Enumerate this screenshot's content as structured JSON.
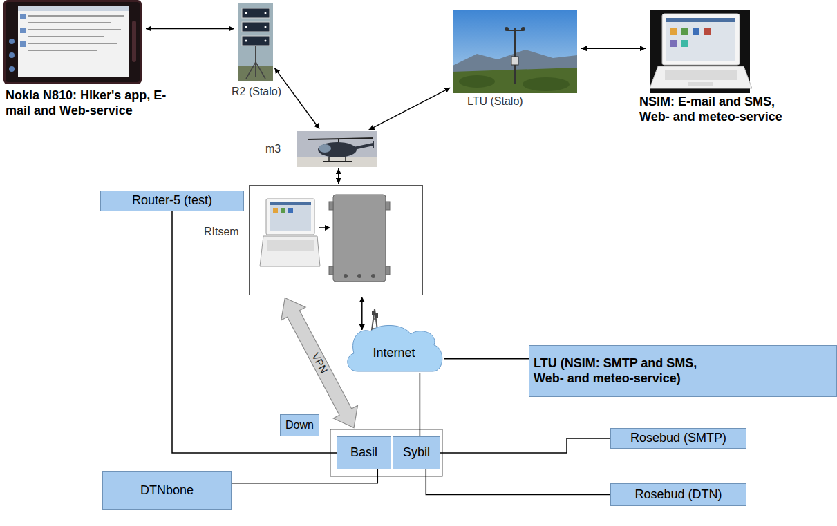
{
  "diagram": {
    "nodes": [
      {
        "text": [
          "Nokia N810: Hiker's app, E-mail and Web-service"
        ]
      },
      {
        "text": [
          "R2 (Stalo)"
        ]
      },
      {
        "text": [
          "LTU (Stalo)"
        ]
      },
      {
        "text": [
          "NSIM: E-mail and SMS, Web- and meteo-service"
        ]
      },
      {
        "text": [
          "m3"
        ]
      },
      {
        "text": [
          "RItsem"
        ]
      },
      {
        "text": [
          "Internet"
        ]
      },
      {
        "text": [
          "LTU (NSIM: SMTP and SMS, Web- and meteo-service)"
        ]
      },
      {
        "text": [
          "Router-5 (test)"
        ]
      },
      {
        "text": [
          "Down"
        ]
      },
      {
        "text": [
          "Basil"
        ]
      },
      {
        "text": [
          "Sybil"
        ]
      },
      {
        "text": [
          "Rosebud (SMTP)"
        ]
      },
      {
        "text": [
          "DTNbone"
        ]
      },
      {
        "text": [
          "Rosebud (DTN)"
        ]
      }
    ],
    "edges": [
      {
        "from": 0,
        "to": 1,
        "arrow": "both"
      },
      {
        "from": 1,
        "to": 4,
        "arrow": "both"
      },
      {
        "from": 2,
        "to": 4,
        "arrow": "both"
      },
      {
        "from": 2,
        "to": 3,
        "arrow": "both"
      },
      {
        "from": 4,
        "to": 5,
        "arrow": "both"
      },
      {
        "from": 5,
        "to": 6,
        "arrow": "both"
      },
      {
        "from": 5,
        "to": 10,
        "arrow": "both",
        "label": "VPN"
      },
      {
        "from": 6,
        "to": 7,
        "arrow": "none"
      },
      {
        "from": 6,
        "to": 11,
        "arrow": "none"
      },
      {
        "from": 8,
        "to": 10,
        "arrow": "none"
      },
      {
        "from": 11,
        "to": 12,
        "arrow": "none"
      },
      {
        "from": 13,
        "to": 10,
        "arrow": "none"
      },
      {
        "from": 11,
        "to": 14,
        "arrow": "none"
      }
    ]
  }
}
